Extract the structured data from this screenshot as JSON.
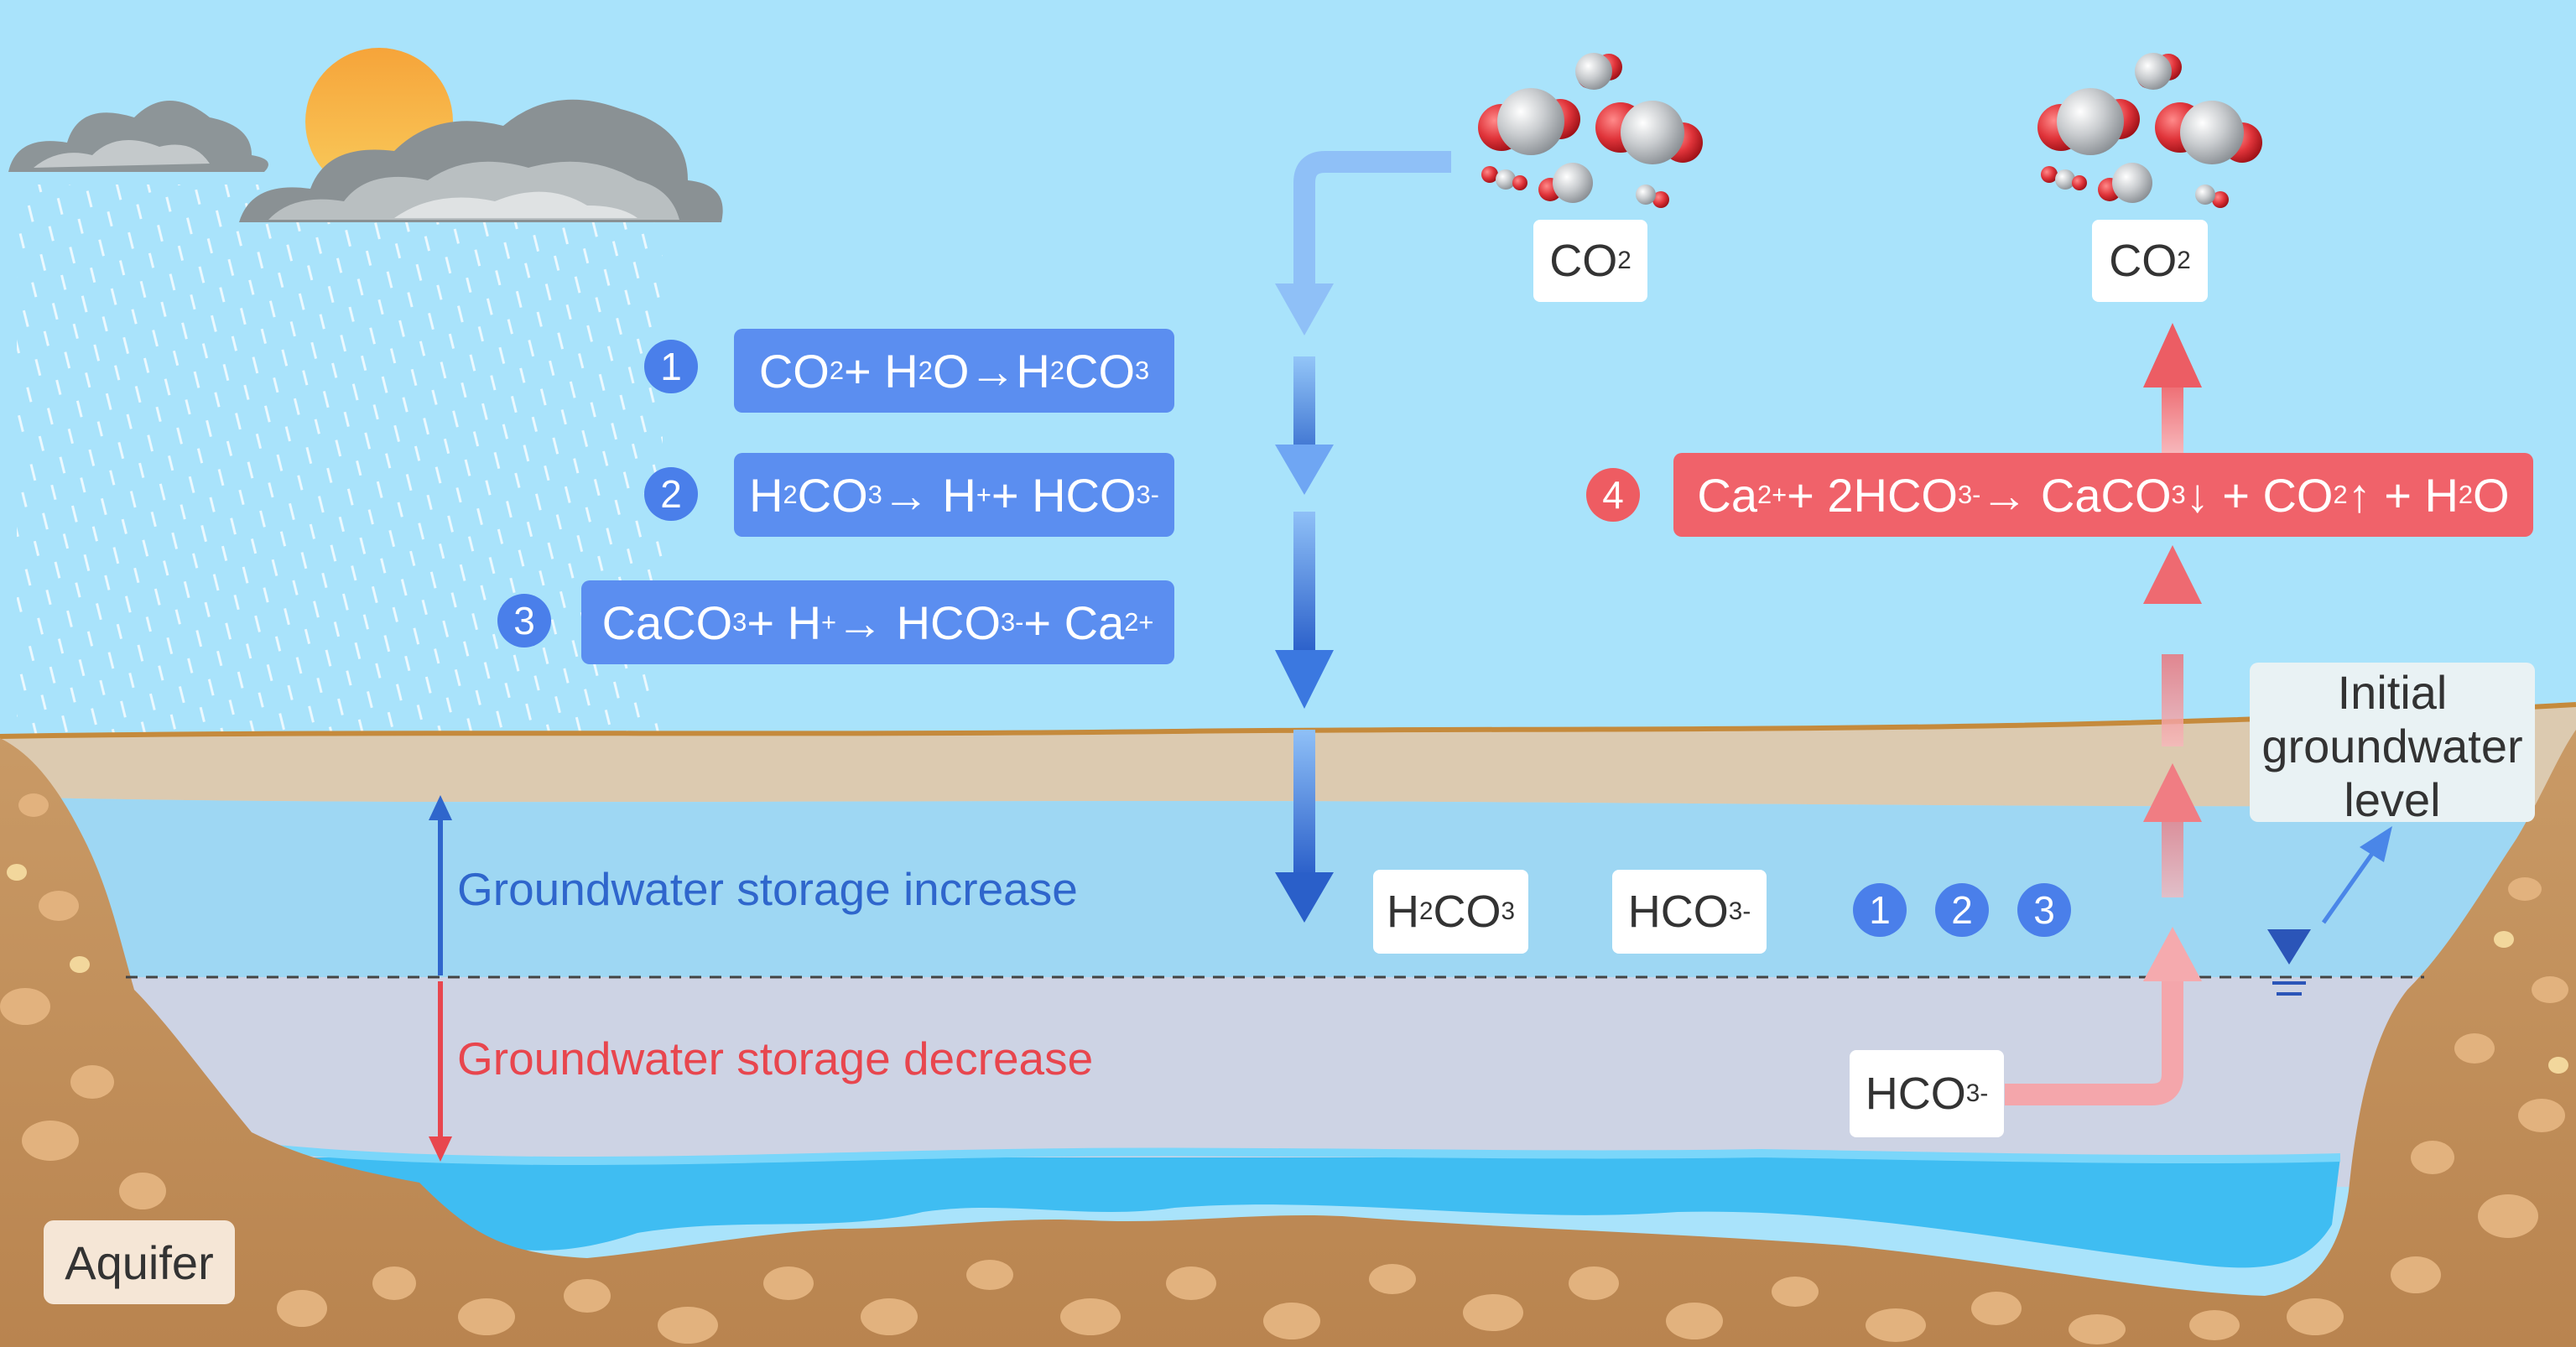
{
  "equations": {
    "eq1": {
      "badge": "1",
      "co2": "CO",
      "co2_sub": "2",
      "plus": " + H",
      "h2o_sub": "2",
      "o": "O ",
      "arrow": "→",
      "h": " H",
      "h_sub": "2",
      "co": "CO",
      "co_sub": "3"
    },
    "eq2": {
      "badge": "2",
      "h": "H",
      "h_sub": "2",
      "co": "CO",
      "co_sub": "3",
      "arrow": " → H",
      "hplus": "+",
      "plus_hco": "+ HCO",
      "hco_sub": "3",
      "hco_sup": "-"
    },
    "eq3": {
      "badge": "3",
      "caco": "CaCO",
      "caco_sub": "3",
      "plus_h": " + H",
      "hplus": "+",
      "arrow": " → HCO",
      "hco_sub": "3",
      "hco_sup": "-",
      "plus_ca": "+ Ca",
      "ca_sup": "2+"
    },
    "eq4": {
      "badge": "4",
      "ca": "Ca",
      "ca_sup": "2+",
      "plus_2hco": "+ 2HCO",
      "hco_sub": "3",
      "hco_sup": "-",
      "arrow_caco": "→ CaCO",
      "caco_sub": "3",
      "down_plus_co": " ↓ + CO",
      "co_sub": "2",
      "up_plus_h": " ↑ + H",
      "h_sub": "2",
      "o": "O"
    }
  },
  "labels": {
    "co2_left": {
      "text": "CO",
      "sub": "2"
    },
    "co2_right": {
      "text": "CO",
      "sub": "2"
    },
    "h2co3": {
      "h": "H",
      "h_sub": "2",
      "co": "CO",
      "co_sub": "3"
    },
    "hco3_mid": {
      "text": "HCO",
      "sub": "3",
      "sup": "-"
    },
    "hco3_low": {
      "text": "HCO",
      "sub": "3",
      "sup": "-"
    }
  },
  "process_badges": [
    "1",
    "2",
    "3"
  ],
  "storage": {
    "increase": "Groundwater storage increase",
    "decrease": "Groundwater storage decrease"
  },
  "initial_level": {
    "line1": "Initial",
    "line2": "groundwater",
    "line3": "level"
  },
  "aquifer_label": "Aquifer",
  "colors": {
    "sky": "#a9e3fb",
    "equation_blue": "#5b8ef0",
    "equation_red": "#f0626a",
    "increase_text": "#2f66cc",
    "decrease_text": "#e8464e",
    "water": "#3fbdf2",
    "soil": "#c08e5a"
  },
  "icons": [
    "sun-icon",
    "cloud-icon",
    "rain-icon",
    "co2-molecule-icon",
    "water-level-marker-icon"
  ]
}
